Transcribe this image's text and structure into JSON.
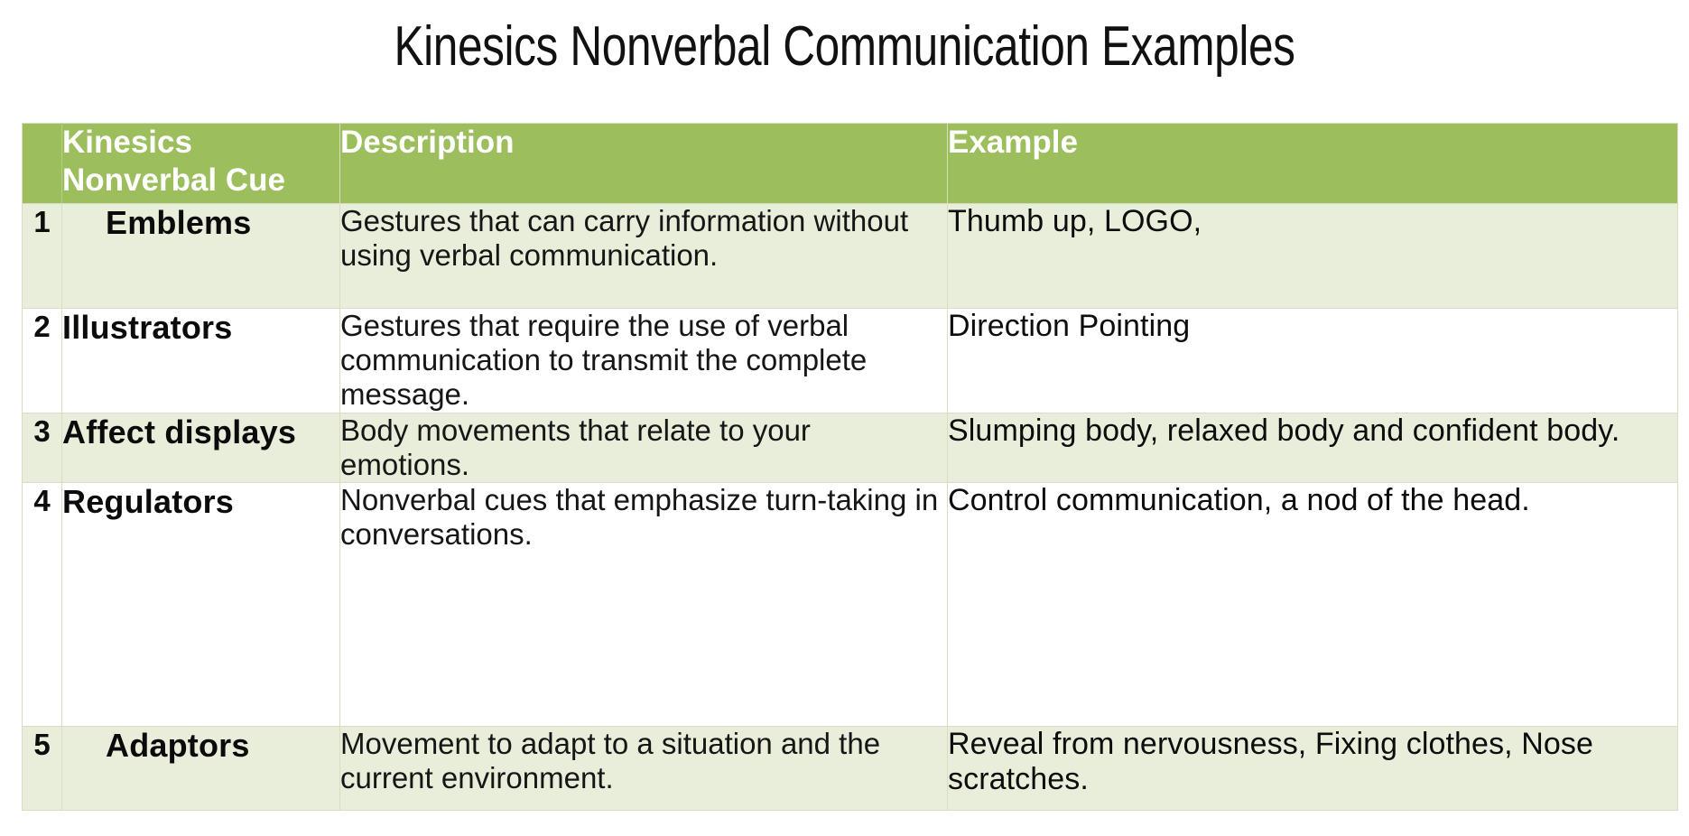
{
  "page": {
    "title": "Kinesics Nonverbal Communication Examples",
    "background_color": "#FFFFFF"
  },
  "colors": {
    "header_green": "#9CBE5C",
    "row_shade": "#E9EEDB",
    "row_plain": "#FFFFFF",
    "border": "#D9DEC2",
    "header_text": "#FFFFFF",
    "body_text": "#0D0D0D"
  },
  "table": {
    "columns": [
      {
        "key": "num",
        "label": ""
      },
      {
        "key": "cue",
        "label": "Kinesics Nonverbal Cue"
      },
      {
        "key": "desc",
        "label": "Description"
      },
      {
        "key": "ex",
        "label": "Example"
      }
    ],
    "headers": {
      "num": "",
      "cue_line1": "Kinesics",
      "cue_line2": "Nonverbal Cue",
      "description": "Description",
      "example": "Example"
    },
    "rows": [
      {
        "num": "1",
        "cue": "Emblems",
        "description": "Gestures that can carry information without using verbal communication.",
        "example": "Thumb up, LOGO,"
      },
      {
        "num": "2",
        "cue": "Illustrators",
        "description": "Gestures that require the use of verbal communication to transmit the complete message.",
        "example": "Direction Pointing"
      },
      {
        "num": "3",
        "cue": "Affect displays",
        "description": "Body movements that relate to your emotions.",
        "example": "Slumping body, relaxed body and confident body."
      },
      {
        "num": "4",
        "cue": "Regulators",
        "description": "Nonverbal cues that emphasize turn-taking in conversations.",
        "example": "Control communication, a nod of the head."
      },
      {
        "num": "5",
        "cue": "Adaptors",
        "description": "Movement to adapt to a situation and the current environment.",
        "example": "Reveal from nervousness, Fixing clothes, Nose scratches."
      }
    ]
  }
}
